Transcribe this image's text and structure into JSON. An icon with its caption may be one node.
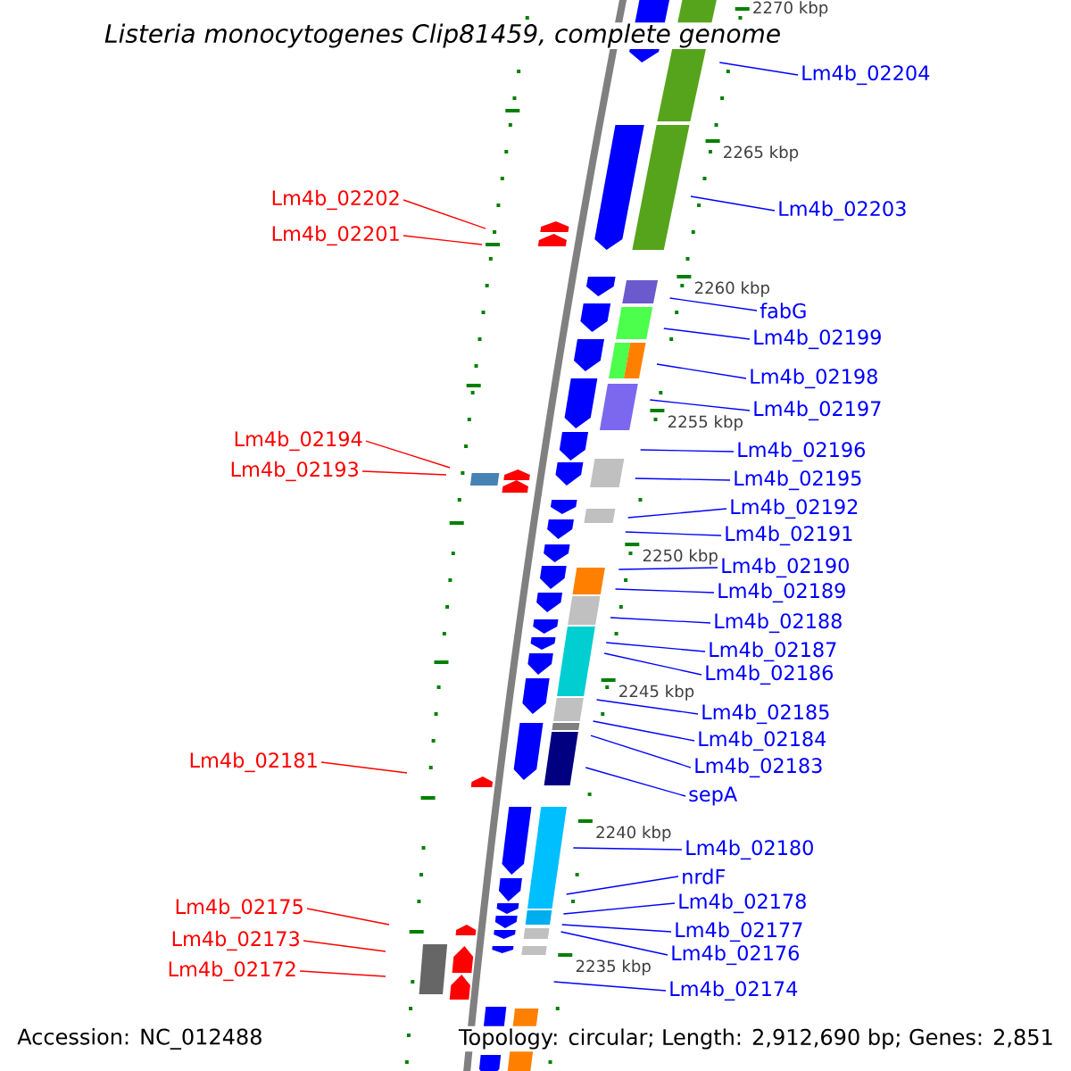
{
  "diagram": {
    "title": "Listeria monocytogenes Clip81459, complete genome",
    "nodes": [
      {
        "text": [
          "Lm4b_02204"
        ]
      },
      {
        "text": [
          "Lm4b_02202"
        ]
      },
      {
        "text": [
          "Lm4b_02203"
        ]
      },
      {
        "text": [
          "Lm4b_02201"
        ]
      },
      {
        "text": [
          "fabG"
        ]
      },
      {
        "text": [
          "Lm4b_02199"
        ]
      },
      {
        "text": [
          "Lm4b_02198"
        ]
      },
      {
        "text": [
          "Lm4b_02197"
        ]
      },
      {
        "text": [
          "Lm4b_02194"
        ]
      },
      {
        "text": [
          "Lm4b_02196"
        ]
      },
      {
        "text": [
          "Lm4b_02193"
        ]
      },
      {
        "text": [
          "Lm4b_02195"
        ]
      },
      {
        "text": [
          "Lm4b_02192"
        ]
      },
      {
        "text": [
          "Lm4b_02191"
        ]
      },
      {
        "text": [
          "Lm4b_02190"
        ]
      },
      {
        "text": [
          "Lm4b_02189"
        ]
      },
      {
        "text": [
          "Lm4b_02188"
        ]
      },
      {
        "text": [
          "Lm4b_02187"
        ]
      },
      {
        "text": [
          "Lm4b_02186"
        ]
      },
      {
        "text": [
          "Lm4b_02185"
        ]
      },
      {
        "text": [
          "Lm4b_02184"
        ]
      },
      {
        "text": [
          "Lm4b_02181"
        ]
      },
      {
        "text": [
          "Lm4b_02183"
        ]
      },
      {
        "text": [
          "sepA"
        ]
      },
      {
        "text": [
          "Lm4b_02180"
        ]
      },
      {
        "text": [
          "nrdF"
        ]
      },
      {
        "text": [
          "Lm4b_02178"
        ]
      },
      {
        "text": [
          "Lm4b_02175"
        ]
      },
      {
        "text": [
          "Lm4b_02177"
        ]
      },
      {
        "text": [
          "Lm4b_02173"
        ]
      },
      {
        "text": [
          "Lm4b_02176"
        ]
      },
      {
        "text": [
          "Lm4b_02172"
        ]
      },
      {
        "text": [
          "Lm4b_02174"
        ]
      }
    ],
    "edges": [
      {
        "from": 0,
        "to": null,
        "arrow": "none"
      },
      {
        "from": 1,
        "to": null,
        "arrow": "none",
        "color": "#ff0000"
      },
      {
        "from": 2,
        "to": null,
        "arrow": "none"
      },
      {
        "from": 3,
        "to": null,
        "arrow": "none",
        "color": "#ff0000"
      },
      {
        "from": 4,
        "to": null,
        "arrow": "none"
      },
      {
        "from": 5,
        "to": null,
        "arrow": "none"
      },
      {
        "from": 6,
        "to": null,
        "arrow": "none"
      },
      {
        "from": 7,
        "to": null,
        "arrow": "none"
      },
      {
        "from": 8,
        "to": null,
        "arrow": "none",
        "color": "#ff0000"
      },
      {
        "from": 9,
        "to": null,
        "arrow": "none"
      },
      {
        "from": 10,
        "to": null,
        "arrow": "none",
        "color": "#ff0000"
      },
      {
        "from": 11,
        "to": null,
        "arrow": "none"
      },
      {
        "from": 12,
        "to": null,
        "arrow": "none"
      },
      {
        "from": 13,
        "to": null,
        "arrow": "none"
      },
      {
        "from": 14,
        "to": null,
        "arrow": "none"
      },
      {
        "from": 15,
        "to": null,
        "arrow": "none"
      },
      {
        "from": 16,
        "to": null,
        "arrow": "none"
      },
      {
        "from": 17,
        "to": null,
        "arrow": "none"
      },
      {
        "from": 18,
        "to": null,
        "arrow": "none"
      },
      {
        "from": 19,
        "to": null,
        "arrow": "none"
      },
      {
        "from": 20,
        "to": null,
        "arrow": "none"
      },
      {
        "from": 21,
        "to": null,
        "arrow": "none",
        "color": "#ff0000"
      },
      {
        "from": 22,
        "to": null,
        "arrow": "none"
      },
      {
        "from": 23,
        "to": null,
        "arrow": "none"
      },
      {
        "from": 24,
        "to": null,
        "arrow": "none"
      },
      {
        "from": 25,
        "to": null,
        "arrow": "none"
      },
      {
        "from": 26,
        "to": null,
        "arrow": "none"
      },
      {
        "from": 27,
        "to": null,
        "arrow": "none",
        "color": "#ff0000"
      },
      {
        "from": 28,
        "to": null,
        "arrow": "none"
      },
      {
        "from": 29,
        "to": null,
        "arrow": "none",
        "color": "#ff0000"
      },
      {
        "from": 30,
        "to": null,
        "arrow": "none"
      },
      {
        "from": 31,
        "to": null,
        "arrow": "none",
        "color": "#ff0000"
      },
      {
        "from": 32,
        "to": null,
        "arrow": "none"
      }
    ],
    "labels": [
      "2270 kbp",
      "2265 kbp",
      "2260 kbp",
      "2255 kbp",
      "2250 kbp",
      "2245 kbp",
      "2240 kbp",
      "2235 kbp",
      "Accession: NC_012488",
      "Topology: circular; Length: 2,912,690 bp; Genes: 2,851"
    ]
  }
}
